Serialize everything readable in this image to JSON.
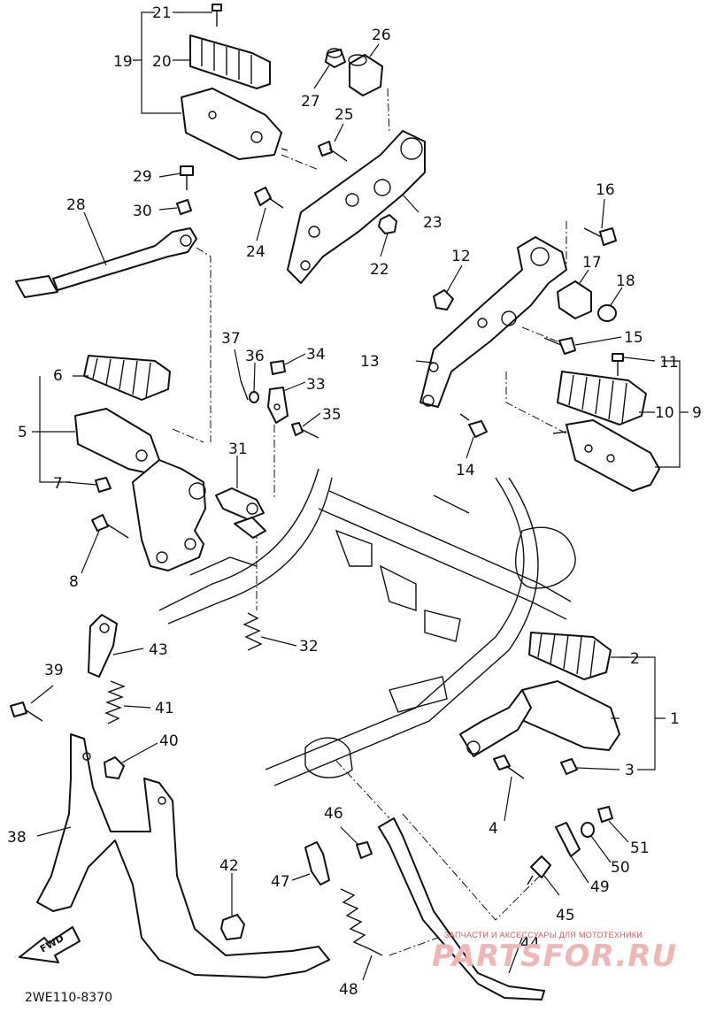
{
  "diagram": {
    "drawing_code": "2WE110-8370",
    "fwd_label": "FWD",
    "watermark_caption": "ЗАПЧАСТИ И АКСЕССУАРЫ ДЛЯ МОТОТЕХНИКИ",
    "watermark_site": "PARTSFOR.RU",
    "callouts": [
      {
        "id": "c1",
        "text": "1"
      },
      {
        "id": "c2",
        "text": "2"
      },
      {
        "id": "c3",
        "text": "3"
      },
      {
        "id": "c4",
        "text": "4"
      },
      {
        "id": "c5",
        "text": "5"
      },
      {
        "id": "c6",
        "text": "6"
      },
      {
        "id": "c7",
        "text": "7"
      },
      {
        "id": "c8",
        "text": "8"
      },
      {
        "id": "c9",
        "text": "9"
      },
      {
        "id": "c10",
        "text": "10"
      },
      {
        "id": "c11",
        "text": "11"
      },
      {
        "id": "c12",
        "text": "12"
      },
      {
        "id": "c13",
        "text": "13"
      },
      {
        "id": "c14",
        "text": "14"
      },
      {
        "id": "c15",
        "text": "15"
      },
      {
        "id": "c16",
        "text": "16"
      },
      {
        "id": "c17",
        "text": "17"
      },
      {
        "id": "c18",
        "text": "18"
      },
      {
        "id": "c19",
        "text": "19"
      },
      {
        "id": "c20",
        "text": "20"
      },
      {
        "id": "c21",
        "text": "21"
      },
      {
        "id": "c22",
        "text": "22"
      },
      {
        "id": "c23",
        "text": "23"
      },
      {
        "id": "c24",
        "text": "24"
      },
      {
        "id": "c25",
        "text": "25"
      },
      {
        "id": "c26",
        "text": "26"
      },
      {
        "id": "c27",
        "text": "27"
      },
      {
        "id": "c28",
        "text": "28"
      },
      {
        "id": "c29",
        "text": "29"
      },
      {
        "id": "c30",
        "text": "30"
      },
      {
        "id": "c31",
        "text": "31"
      },
      {
        "id": "c32",
        "text": "32"
      },
      {
        "id": "c33",
        "text": "33"
      },
      {
        "id": "c34",
        "text": "34"
      },
      {
        "id": "c35",
        "text": "35"
      },
      {
        "id": "c36",
        "text": "36"
      },
      {
        "id": "c37",
        "text": "37"
      },
      {
        "id": "c38",
        "text": "38"
      },
      {
        "id": "c39",
        "text": "39"
      },
      {
        "id": "c40",
        "text": "40"
      },
      {
        "id": "c41",
        "text": "41"
      },
      {
        "id": "c42",
        "text": "42"
      },
      {
        "id": "c43",
        "text": "43"
      },
      {
        "id": "c44",
        "text": "44"
      },
      {
        "id": "c45",
        "text": "45"
      },
      {
        "id": "c46",
        "text": "46"
      },
      {
        "id": "c47",
        "text": "47"
      },
      {
        "id": "c48",
        "text": "48"
      },
      {
        "id": "c49",
        "text": "49"
      },
      {
        "id": "c50",
        "text": "50"
      },
      {
        "id": "c51",
        "text": "51"
      }
    ]
  }
}
